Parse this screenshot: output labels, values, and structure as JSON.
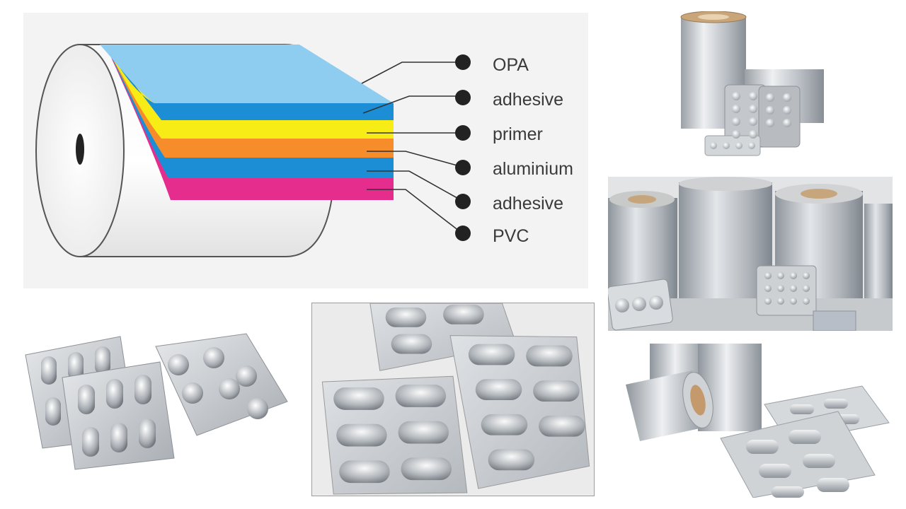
{
  "diagram": {
    "layers": [
      {
        "label": "OPA",
        "color": "#8ecdf0"
      },
      {
        "label": "adhesive",
        "color": "#1c8ed6"
      },
      {
        "label": "primer",
        "color": "#f8ec16"
      },
      {
        "label": "aluminium",
        "color": "#f78d2a"
      },
      {
        "label": "adhesive",
        "color": "#1c8ed6"
      },
      {
        "label": "PVC",
        "color": "#e52d8e"
      }
    ]
  }
}
